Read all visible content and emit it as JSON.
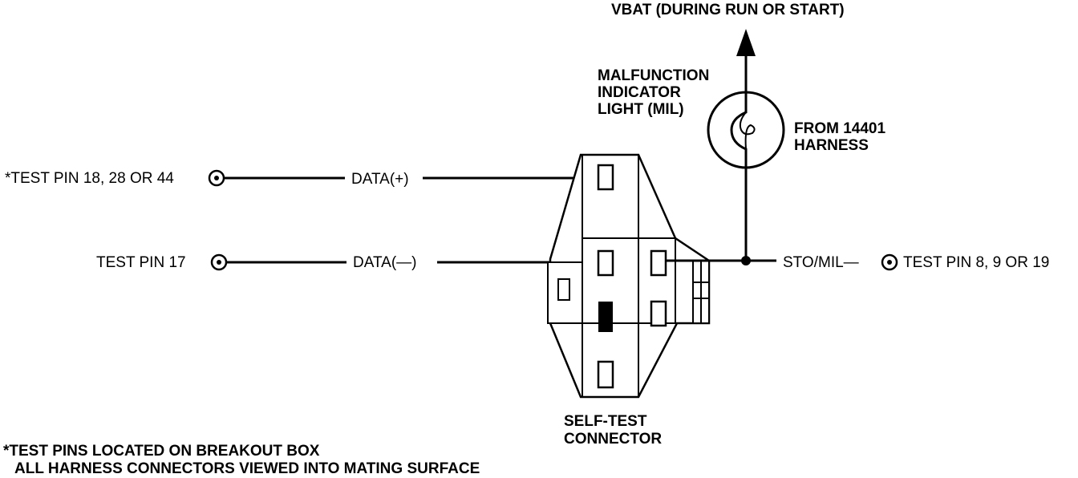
{
  "vbat_label": "VBAT (DURING RUN OR START)",
  "mil_label": [
    "MALFUNCTION",
    "INDICATOR",
    "LIGHT (MIL)"
  ],
  "harness_label": [
    "FROM 14401",
    "HARNESS"
  ],
  "test_pin_top": "*TEST PIN 18, 28 OR 44",
  "data_plus": "DATA(+)",
  "test_pin_17": "TEST PIN 17",
  "data_minus": "DATA(—)",
  "sto_mil": "STO/MIL—",
  "test_pin_right": "TEST PIN 8, 9 OR 19",
  "connector_label": [
    "SELF-TEST",
    "CONNECTOR"
  ],
  "notes": [
    "*TEST PINS LOCATED ON BREAKOUT BOX",
    "ALL HARNESS CONNECTORS VIEWED INTO MATING SURFACE"
  ]
}
